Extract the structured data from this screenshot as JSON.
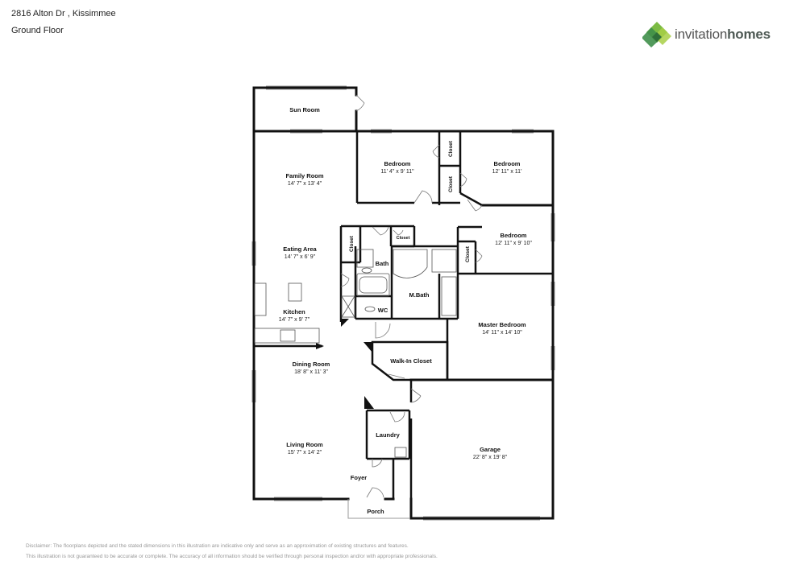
{
  "header": {
    "address": "2816 Alton Dr , Kissimmee",
    "floor": "Ground Floor"
  },
  "brand": {
    "name_light": "invitation",
    "name_bold": "homes",
    "colors": [
      "#3f8f4a",
      "#7cbb44",
      "#a8cf45",
      "#2f6f3a"
    ]
  },
  "rooms": {
    "sun_room": {
      "name": "Sun Room",
      "dim": ""
    },
    "bedroom_2": {
      "name": "Bedroom",
      "dim": "11' 4\" x 9' 11\""
    },
    "bedroom_3": {
      "name": "Bedroom",
      "dim": "12' 11\" x 11'"
    },
    "bedroom_4": {
      "name": "Bedroom",
      "dim": "12' 11\" x 9' 10\""
    },
    "family_room": {
      "name": "Family Room",
      "dim": "14' 7\" x 13' 4\""
    },
    "eating_area": {
      "name": "Eating Area",
      "dim": "14' 7\" x 6' 9\""
    },
    "kitchen": {
      "name": "Kitchen",
      "dim": "14' 7\" x 9' 7\""
    },
    "dining_room": {
      "name": "Dining Room",
      "dim": "18' 8\" x 11' 3\""
    },
    "living_room": {
      "name": "Living Room",
      "dim": "15' 7\" x 14' 2\""
    },
    "master_bedroom": {
      "name": "Master Bedroom",
      "dim": "14' 11\" x 14' 10\""
    },
    "garage": {
      "name": "Garage",
      "dim": "22' 8\" x 19' 8\""
    },
    "bath": {
      "name": "Bath"
    },
    "m_bath": {
      "name": "M.Bath"
    },
    "wc": {
      "name": "WC"
    },
    "walk_in_closet": {
      "name": "Walk-In Closet"
    },
    "laundry": {
      "name": "Laundry"
    },
    "foyer": {
      "name": "Foyer"
    },
    "porch": {
      "name": "Porch"
    },
    "closet_label": "Closet"
  },
  "disclaimer": {
    "line1": "Disclaimer: The floorplans depicted and the stated dimensions in this illustration are indicative only and serve as an approximation of existing structures and features.",
    "line2": "This illustration is not guaranteed to be accurate or complete. The accuracy of all information should be verified through personal inspection and/or with appropriate professionals."
  }
}
